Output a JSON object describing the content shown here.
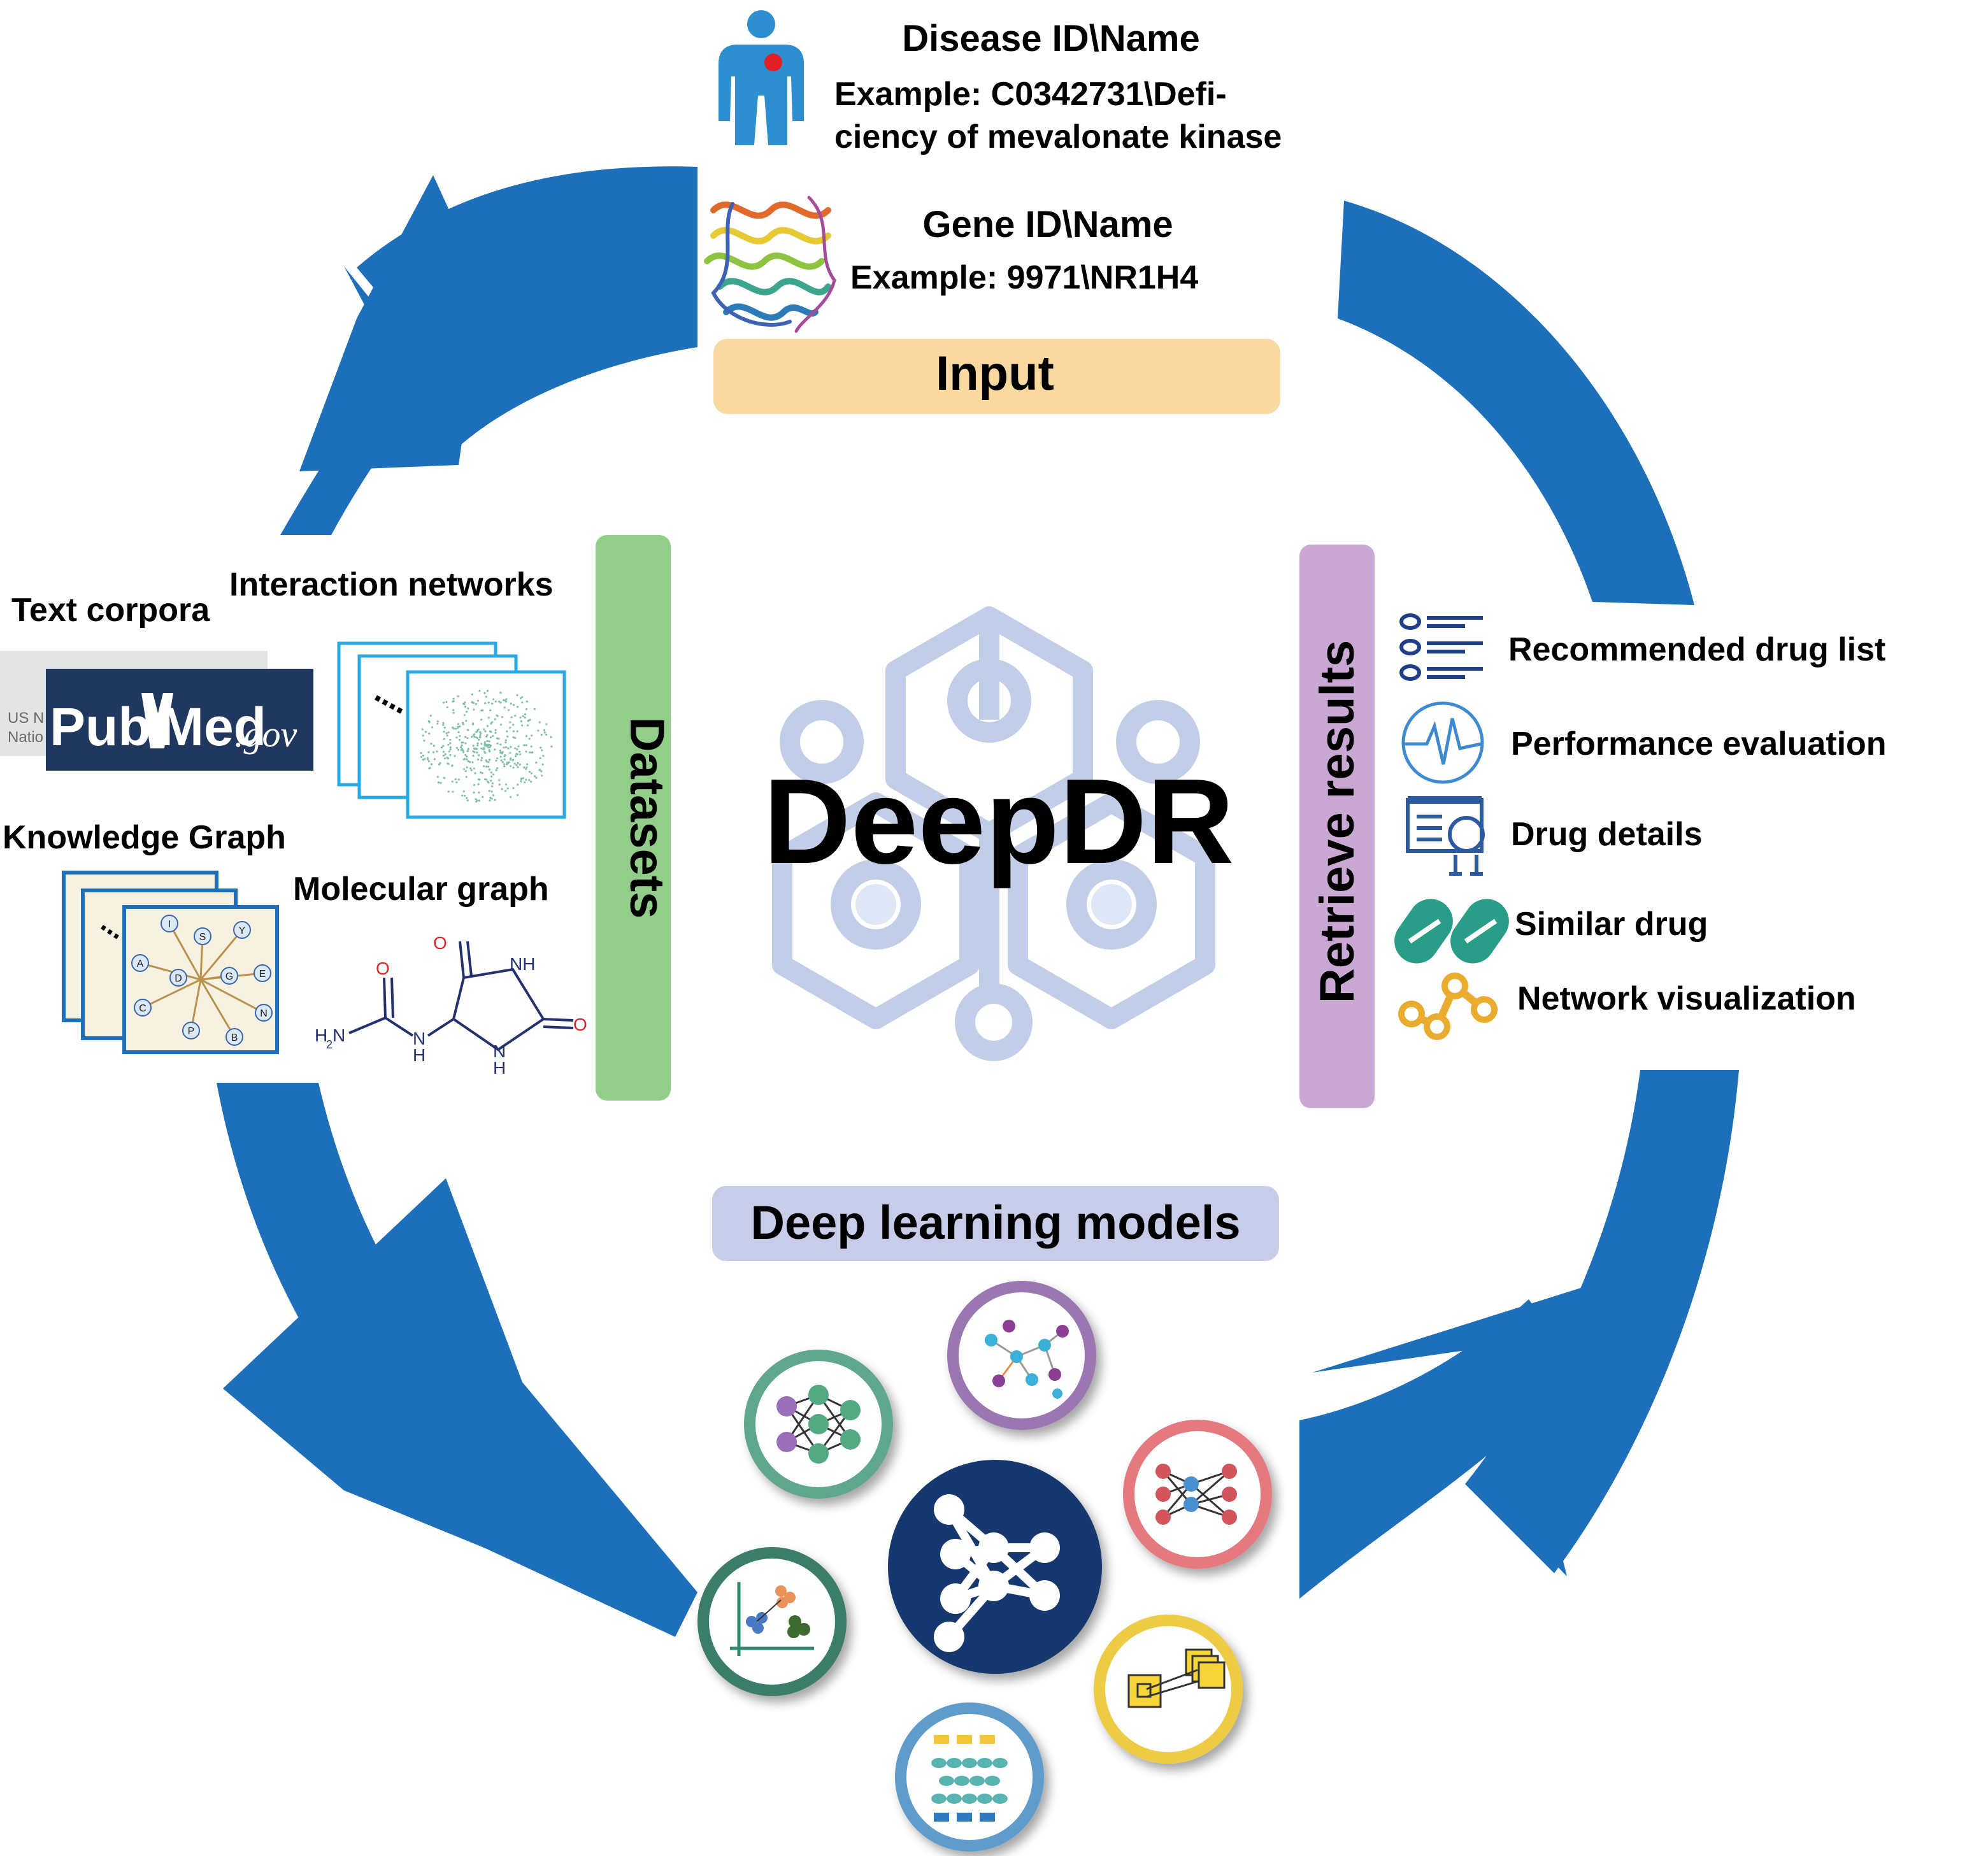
{
  "title": "DeepDR",
  "colors": {
    "arrow": "#1c6fb8",
    "input_box": "#f9d9a0",
    "datasets_bar": "#93cd8a",
    "results_bar": "#c9a9d3",
    "models_box": "#c7cde9",
    "logo": "#c2cee8",
    "brain": "#17386e"
  },
  "input": {
    "label": "Input",
    "disease_title": "Disease ID\\Name",
    "disease_example_line1": "Example: C0342731\\Defi-",
    "disease_example_line2": "ciency of mevalonate kinase",
    "gene_title": "Gene ID\\Name",
    "gene_example": "Example: 9971\\NR1H4",
    "disease_icon": "human-body-icon",
    "gene_icon": "protein-structure-icon"
  },
  "datasets": {
    "label": "Datasets",
    "text_corpora": "Text corpora",
    "interaction_networks": "Interaction networks",
    "knowledge_graph": "Knowledge Graph",
    "molecular_graph": "Molecular graph",
    "pubmed_logo": {
      "pub": "Pub",
      "med": "Med",
      "gov": ".gov",
      "us": "US N",
      "nat": "Natio"
    },
    "kg_nodes": [
      "A",
      "I",
      "S",
      "Y",
      "D",
      "G",
      "E",
      "C",
      "P",
      "B",
      "N"
    ],
    "molecule_labels": {
      "o1": "O",
      "o2": "O",
      "o3": "O",
      "nh_top": "NH",
      "nh_bottom": "N",
      "h_bottom": "H",
      "nh_left": "N",
      "h_left": "H",
      "h2n": "H",
      "h2n_sub": "2",
      "h2n_n": "N"
    }
  },
  "results": {
    "label": "Retrieve results",
    "items": [
      {
        "label": "Recommended drug list",
        "icon": "list-icon"
      },
      {
        "label": "Performance evaluation",
        "icon": "pulse-icon"
      },
      {
        "label": "Drug details",
        "icon": "details-icon"
      },
      {
        "label": "Similar drug",
        "icon": "pill-icon"
      },
      {
        "label": "Network visualization",
        "icon": "network-icon"
      }
    ]
  },
  "models": {
    "label": "Deep learning models",
    "circles": [
      {
        "icon": "neural-network-icon",
        "ring": "#5fa88d"
      },
      {
        "icon": "graph-network-icon",
        "ring": "#9b77b1"
      },
      {
        "icon": "neural-network-icon",
        "ring": "#e47a7f"
      },
      {
        "icon": "scatter-plot-icon",
        "ring": "#3a7d68"
      },
      {
        "icon": "attention-icon",
        "ring": "#eecb45"
      },
      {
        "icon": "autoencoder-icon",
        "ring": "#5e9bcb"
      }
    ]
  }
}
